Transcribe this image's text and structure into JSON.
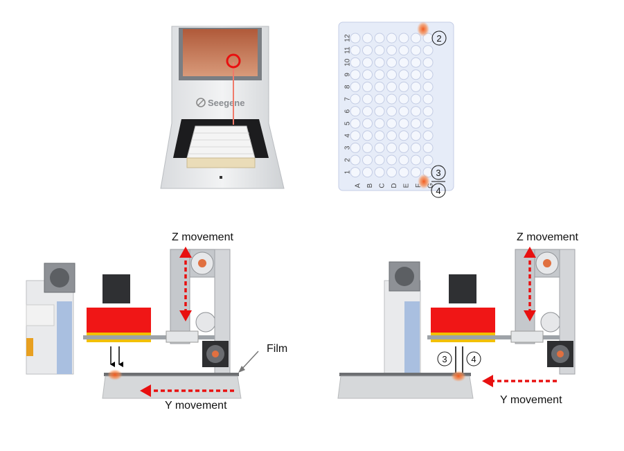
{
  "instrument": {
    "brand": "Seegene"
  },
  "plate": {
    "columns": [
      "1",
      "2",
      "3",
      "4",
      "5",
      "6",
      "7",
      "8",
      "9",
      "10",
      "11",
      "12"
    ],
    "rows": [
      "A",
      "B",
      "C",
      "D",
      "E",
      "F",
      "G"
    ],
    "markers": [
      "2",
      "3",
      "4"
    ]
  },
  "left_view": {
    "z_label": "Z movement",
    "y_label": "Y movement",
    "film_label": "Film"
  },
  "right_view": {
    "z_label": "Z movement",
    "y_label": "Y movement",
    "markers": [
      "3",
      "4"
    ]
  },
  "colors": {
    "accent_red": "#e81010",
    "highlight_orange": "#f07a3c",
    "plate_blue": "#e6ecf8",
    "metal_gray": "#c9ccd0"
  }
}
